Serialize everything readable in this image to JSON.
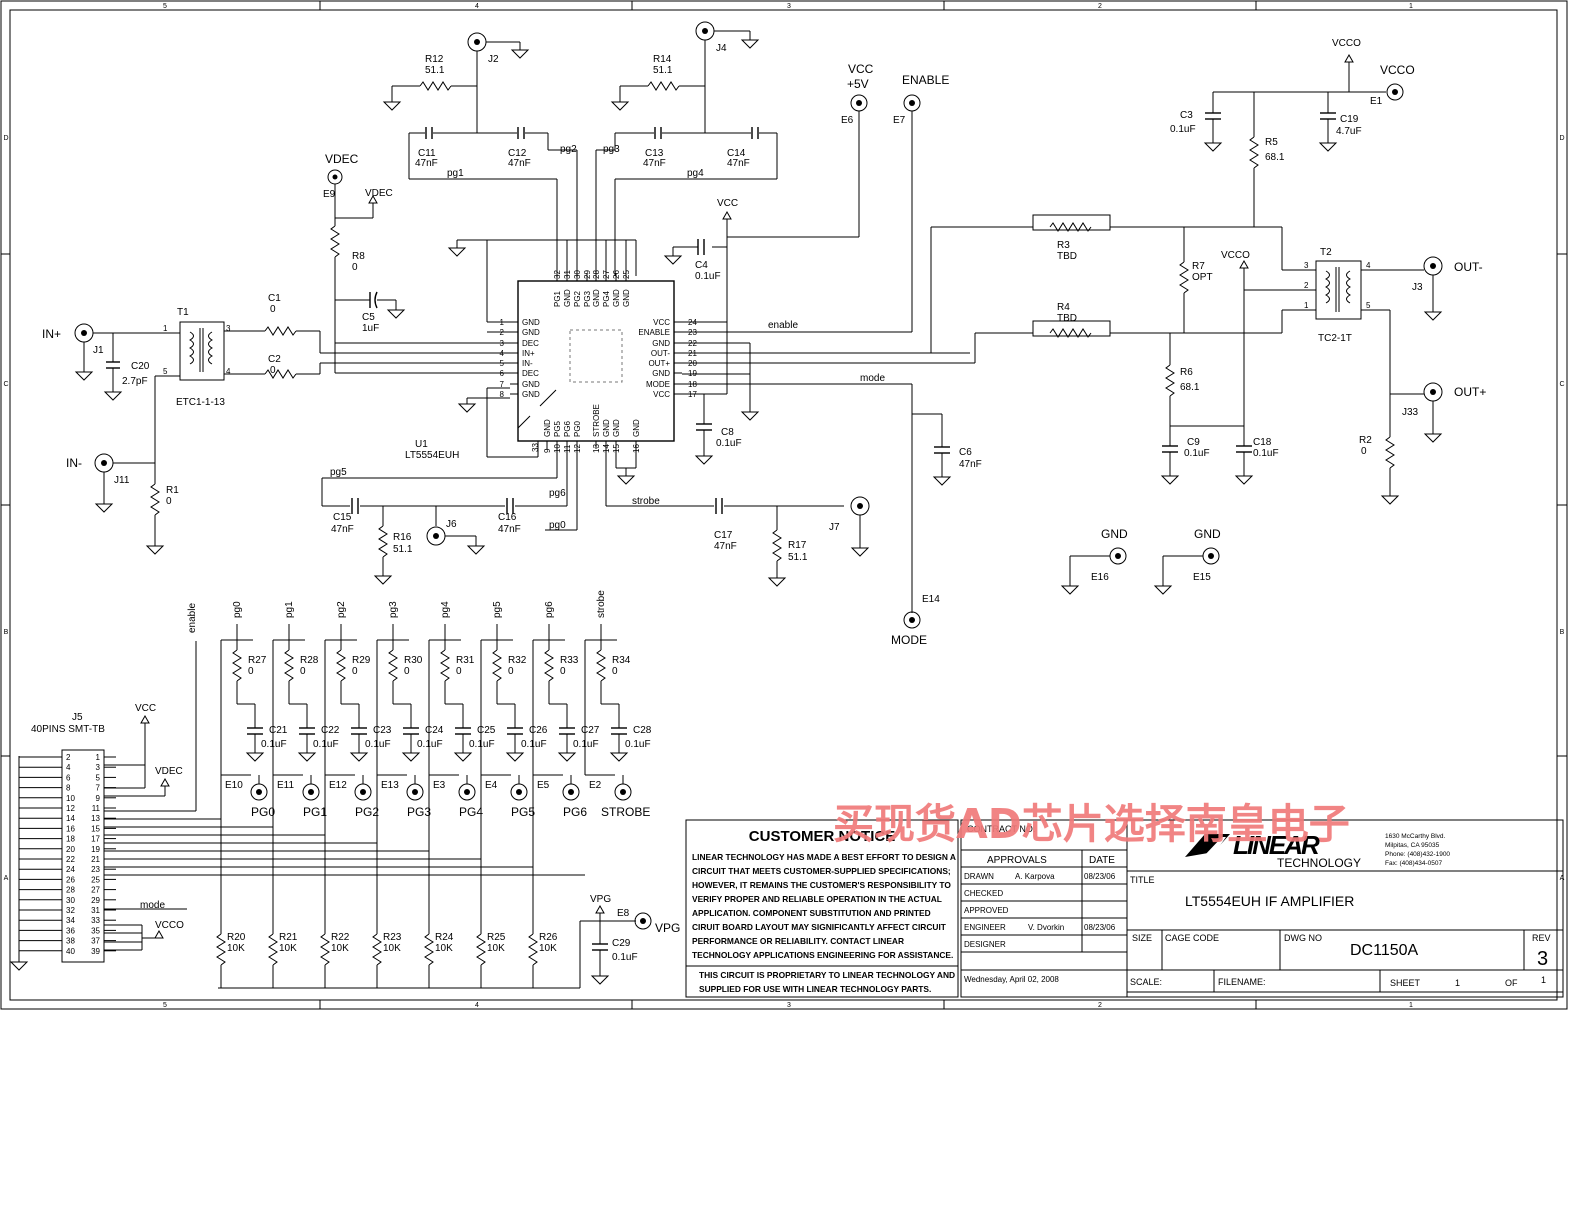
{
  "frame": {
    "cols_top": [
      "5",
      "4",
      "3",
      "2",
      "1"
    ],
    "cols_bottom": [
      "5",
      "4",
      "3",
      "2",
      "1"
    ],
    "rows_left": [
      "D",
      "C",
      "B",
      "A"
    ],
    "rows_right": [
      "D",
      "C",
      "B",
      "A"
    ]
  },
  "ic": {
    "ref": "U1",
    "part": "LT5554EUH",
    "left_pins": [
      {
        "num": "1",
        "name": "GND"
      },
      {
        "num": "2",
        "name": "GND"
      },
      {
        "num": "3",
        "name": "DEC"
      },
      {
        "num": "4",
        "name": "IN+"
      },
      {
        "num": "5",
        "name": "IN-"
      },
      {
        "num": "6",
        "name": "DEC"
      },
      {
        "num": "7",
        "name": "GND"
      },
      {
        "num": "8",
        "name": "GND"
      }
    ],
    "right_pins": [
      {
        "num": "24",
        "name": "VCC"
      },
      {
        "num": "23",
        "name": "ENABLE"
      },
      {
        "num": "22",
        "name": "GND"
      },
      {
        "num": "21",
        "name": "OUT-"
      },
      {
        "num": "20",
        "name": "OUT+"
      },
      {
        "num": "19",
        "name": "GND"
      },
      {
        "num": "18",
        "name": "MODE"
      },
      {
        "num": "17",
        "name": "VCC"
      }
    ],
    "top_pins": [
      {
        "num": "32",
        "name": "PG1"
      },
      {
        "num": "31",
        "name": "GND"
      },
      {
        "num": "30",
        "name": "PG2"
      },
      {
        "num": "29",
        "name": "PG3"
      },
      {
        "num": "28",
        "name": "GND"
      },
      {
        "num": "27",
        "name": "PG4"
      },
      {
        "num": "26",
        "name": "GND"
      },
      {
        "num": "25",
        "name": "GND"
      }
    ],
    "bottom_pins": [
      {
        "num": "9",
        "name": "GND"
      },
      {
        "num": "10",
        "name": "PG5"
      },
      {
        "num": "11",
        "name": "PG6"
      },
      {
        "num": "12",
        "name": "PG0"
      },
      {
        "num": "13",
        "name": "STROBE"
      },
      {
        "num": "14",
        "name": "GND"
      },
      {
        "num": "15",
        "name": "GND"
      },
      {
        "num": "16",
        "name": "GND"
      }
    ],
    "pin33": "33"
  },
  "connectors": {
    "vdec": {
      "name": "VDEC",
      "ref": "E9"
    },
    "vcc5": {
      "name": "VCC",
      "sub": "+5V",
      "ref": "E6"
    },
    "enable": {
      "name": "ENABLE",
      "ref": "E7"
    },
    "vcco": {
      "name": "VCCO",
      "ref": "E1"
    },
    "in_pos": {
      "name": "IN+",
      "ref": "J1"
    },
    "in_neg": {
      "name": "IN-",
      "ref": "J11"
    },
    "out_neg": {
      "name": "OUT-",
      "ref": "J3"
    },
    "out_pos": {
      "name": "OUT+",
      "ref": "J33"
    },
    "mode": {
      "name": "MODE",
      "ref": "E14"
    },
    "gnd1": {
      "name": "GND",
      "ref": "E16"
    },
    "gnd2": {
      "name": "GND",
      "ref": "E15"
    },
    "vpg": {
      "name": "VPG",
      "ref": "E8"
    },
    "j2": "J2",
    "j4": "J4",
    "j6": "J6",
    "j7": "J7"
  },
  "parts": {
    "R12": {
      "ref": "R12",
      "val": "51.1"
    },
    "R14": {
      "ref": "R14",
      "val": "51.1"
    },
    "C11": {
      "ref": "C11",
      "val": "47nF"
    },
    "C12": {
      "ref": "C12",
      "val": "47nF"
    },
    "C13": {
      "ref": "C13",
      "val": "47nF"
    },
    "C14": {
      "ref": "C14",
      "val": "47nF"
    },
    "R8": {
      "ref": "R8",
      "val": "0"
    },
    "C5": {
      "ref": "C5",
      "val": "1uF"
    },
    "C4": {
      "ref": "C4",
      "val": "0.1uF"
    },
    "C8": {
      "ref": "C8",
      "val": "0.1uF"
    },
    "C6": {
      "ref": "C6",
      "val": "47nF"
    },
    "C1": {
      "ref": "C1",
      "val": "0"
    },
    "C2": {
      "ref": "C2",
      "val": "0"
    },
    "C20": {
      "ref": "C20",
      "val": "2.7pF"
    },
    "R1": {
      "ref": "R1",
      "val": "0"
    },
    "T1": {
      "ref": "T1",
      "val": "ETC1-1-13"
    },
    "C15": {
      "ref": "C15",
      "val": "47nF"
    },
    "R16": {
      "ref": "R16",
      "val": "51.1"
    },
    "C16": {
      "ref": "C16",
      "val": "47nF"
    },
    "C17": {
      "ref": "C17",
      "val": "47nF"
    },
    "R17": {
      "ref": "R17",
      "val": "51.1"
    },
    "C3": {
      "ref": "C3",
      "val": "0.1uF"
    },
    "R5": {
      "ref": "R5",
      "val": "68.1"
    },
    "C19": {
      "ref": "C19",
      "val": "4.7uF"
    },
    "R3": {
      "ref": "R3",
      "val": "TBD"
    },
    "R4": {
      "ref": "R4",
      "val": "TBD"
    },
    "R7": {
      "ref": "R7",
      "val": "OPT"
    },
    "R6": {
      "ref": "R6",
      "val": "68.1"
    },
    "C9": {
      "ref": "C9",
      "val": "0.1uF"
    },
    "C18": {
      "ref": "C18",
      "val": "0.1uF"
    },
    "T2": {
      "ref": "T2",
      "val": "TC2-1T"
    },
    "R2": {
      "ref": "R2",
      "val": "0"
    },
    "C29": {
      "ref": "C29",
      "val": "0.1uF"
    }
  },
  "nets": {
    "pg0": "pg0",
    "pg1": "pg1",
    "pg2": "pg2",
    "pg3": "pg3",
    "pg4": "pg4",
    "pg5": "pg5",
    "pg6": "pg6",
    "enable": "enable",
    "mode": "mode",
    "strobe": "strobe",
    "vcc": "VCC",
    "vcco": "VCCO",
    "vdec": "VDEC",
    "vpg": "VPG"
  },
  "pg_bank": [
    {
      "net": "pg0",
      "r": "R27",
      "rv": "0",
      "c": "C21",
      "cv": "0.1uF",
      "e": "E10",
      "lab": "PG0",
      "rb": "R20",
      "rbv": "10K"
    },
    {
      "net": "pg1",
      "r": "R28",
      "rv": "0",
      "c": "C22",
      "cv": "0.1uF",
      "e": "E11",
      "lab": "PG1",
      "rb": "R21",
      "rbv": "10K"
    },
    {
      "net": "pg2",
      "r": "R29",
      "rv": "0",
      "c": "C23",
      "cv": "0.1uF",
      "e": "E12",
      "lab": "PG2",
      "rb": "R22",
      "rbv": "10K"
    },
    {
      "net": "pg3",
      "r": "R30",
      "rv": "0",
      "c": "C24",
      "cv": "0.1uF",
      "e": "E13",
      "lab": "PG3",
      "rb": "R23",
      "rbv": "10K"
    },
    {
      "net": "pg4",
      "r": "R31",
      "rv": "0",
      "c": "C25",
      "cv": "0.1uF",
      "e": "E3",
      "lab": "PG4",
      "rb": "R24",
      "rbv": "10K"
    },
    {
      "net": "pg5",
      "r": "R32",
      "rv": "0",
      "c": "C26",
      "cv": "0.1uF",
      "e": "E4",
      "lab": "PG5",
      "rb": "R25",
      "rbv": "10K"
    },
    {
      "net": "pg6",
      "r": "R33",
      "rv": "0",
      "c": "C27",
      "cv": "0.1uF",
      "e": "E5",
      "lab": "PG6",
      "rb": "R26",
      "rbv": "10K"
    },
    {
      "net": "strobe",
      "r": "R34",
      "rv": "0",
      "c": "C28",
      "cv": "0.1uF",
      "e": "E2",
      "lab": "STROBE",
      "rb": "",
      "rbv": ""
    }
  ],
  "header_conn": {
    "ref": "J5",
    "name": "40PINS SMT-TB",
    "pins": [
      [
        "2",
        "1"
      ],
      [
        "4",
        "3"
      ],
      [
        "6",
        "5"
      ],
      [
        "8",
        "7"
      ],
      [
        "10",
        "9"
      ],
      [
        "12",
        "11"
      ],
      [
        "14",
        "13"
      ],
      [
        "16",
        "15"
      ],
      [
        "18",
        "17"
      ],
      [
        "20",
        "19"
      ],
      [
        "22",
        "21"
      ],
      [
        "24",
        "23"
      ],
      [
        "26",
        "25"
      ],
      [
        "28",
        "27"
      ],
      [
        "30",
        "29"
      ],
      [
        "32",
        "31"
      ],
      [
        "34",
        "33"
      ],
      [
        "36",
        "35"
      ],
      [
        "38",
        "37"
      ],
      [
        "40",
        "39"
      ]
    ]
  },
  "notice": {
    "title": "CUSTOMER NOTICE",
    "body": [
      "LINEAR TECHNOLOGY HAS MADE A BEST EFFORT TO DESIGN A",
      "CIRCUIT THAT MEETS CUSTOMER-SUPPLIED SPECIFICATIONS;",
      "HOWEVER, IT REMAINS THE CUSTOMER'S RESPONSIBILITY TO",
      "VERIFY PROPER AND RELIABLE OPERATION IN THE ACTUAL",
      "APPLICATION.  COMPONENT SUBSTITUTION AND PRINTED",
      "CIRUIT BOARD LAYOUT MAY SIGNIFICANTLY AFFECT CIRCUIT",
      "PERFORMANCE OR RELIABILITY.  CONTACT LINEAR",
      "TECHNOLOGY APPLICATIONS ENGINEERING FOR ASSISTANCE."
    ],
    "footer": [
      "THIS CIRCUIT IS PROPRIETARY TO LINEAR TECHNOLOGY AND",
      "SUPPLIED FOR USE WITH LINEAR TECHNOLOGY PARTS."
    ]
  },
  "title_block": {
    "contract": "CONTRACT NO.",
    "approvals": "APPROVALS",
    "date_hdr": "DATE",
    "drawn_lbl": "DRAWN",
    "drawn_by": "A. Karpova",
    "drawn_date": "08/23/06",
    "checked_lbl": "CHECKED",
    "approved_lbl": "APPROVED",
    "engineer_lbl": "ENGINEER",
    "engineer_by": "V. Dvorkin",
    "engineer_date": "08/23/06",
    "designer_lbl": "DESIGNER",
    "print_date": "Wednesday, April 02, 2008",
    "company": "TECHNOLOGY",
    "logo_word": "LINEAR",
    "address": [
      "1630 McCarthy Blvd.",
      "Milpitas, CA 95035",
      "Phone: (408)432-1900",
      "Fax: (408)434-0507"
    ],
    "title_lbl": "TITLE",
    "title": "LT5554EUH IF AMPLIFIER",
    "size_lbl": "SIZE",
    "cage_lbl": "CAGE CODE",
    "dwg_lbl": "DWG NO",
    "dwg": "DC1150A",
    "rev_lbl": "REV",
    "rev": "3",
    "scale_lbl": "SCALE:",
    "file_lbl": "FILENAME:",
    "sheet_lbl": "SHEET",
    "sheet": "1",
    "of_lbl": "OF",
    "of": "1"
  },
  "watermark": "买现货AD芯片选择南皇电子"
}
